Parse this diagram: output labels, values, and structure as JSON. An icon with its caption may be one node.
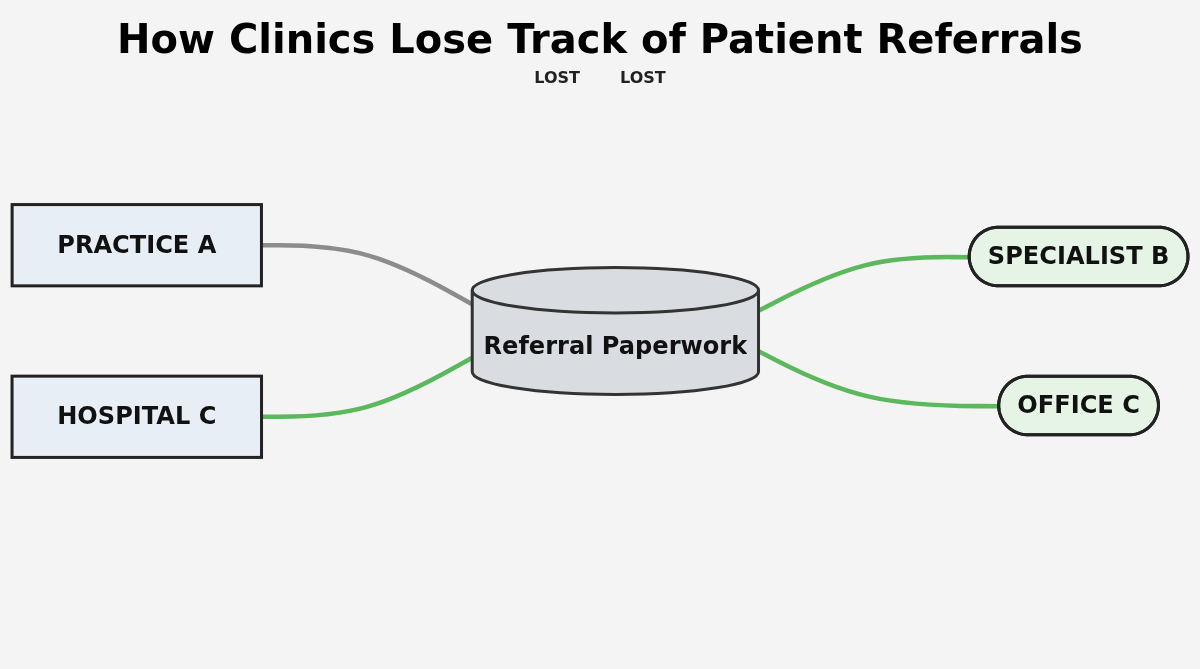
{
  "diagram": {
    "title": "How Clinics Lose Track of Patient Referrals",
    "nodes": [
      {
        "text": [
          "PRACTICE A"
        ]
      },
      {
        "text": [
          "HOSPITAL C"
        ]
      },
      {
        "text": [
          "Referral Paperwork"
        ]
      },
      {
        "text": [
          "SPECIALIST B"
        ]
      },
      {
        "text": [
          "OFFICE C"
        ]
      }
    ],
    "edges": [
      {
        "from": 0,
        "to": 2,
        "arrow": "none",
        "color": "#8c8c8c"
      },
      {
        "from": 1,
        "to": 2,
        "arrow": "none"
      },
      {
        "from": 2,
        "to": 3,
        "arrow": "none"
      },
      {
        "from": 2,
        "to": 4,
        "arrow": "none"
      }
    ],
    "labels": [
      "LOST",
      "LOST"
    ]
  }
}
